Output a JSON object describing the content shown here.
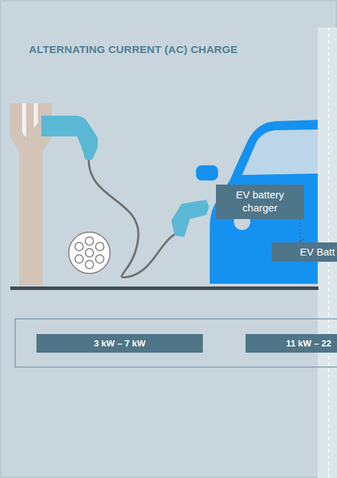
{
  "diagram": {
    "title": "ALTERNATING CURRENT (AC) CHARGE",
    "nodes": [
      {
        "text": [
          "EV battery charger"
        ]
      },
      {
        "text": [
          "EV Batt"
        ]
      },
      {
        "text": [
          "3 kW – 7 kW"
        ]
      },
      {
        "text": [
          "11 kW – 22"
        ]
      }
    ],
    "edges": [
      {
        "from": 0,
        "to": 1,
        "arrow": "to"
      }
    ]
  }
}
